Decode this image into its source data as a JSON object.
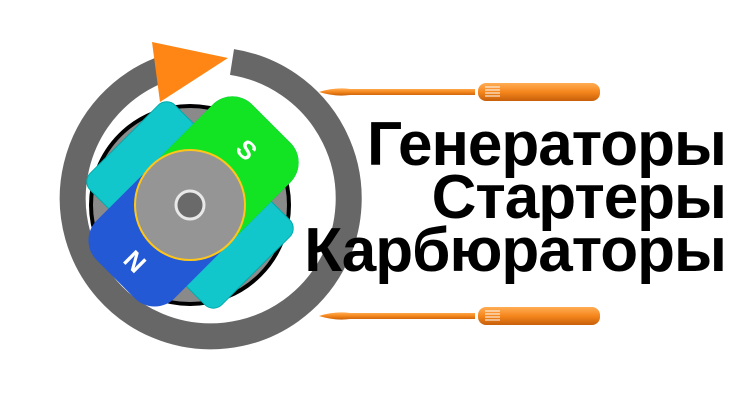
{
  "logo": {
    "magnet_south_label": "S",
    "magnet_north_label": "N",
    "lines": [
      "Генераторы",
      "Стартеры",
      "Карбюраторы"
    ]
  },
  "colors": {
    "ring": "#676767",
    "arrow": "#ff8614",
    "green": "#12e322",
    "blue": "#2459d6",
    "cyan": "#12c7cc",
    "yellow": "#ffc61a",
    "screwdriver": "#f08a20"
  }
}
